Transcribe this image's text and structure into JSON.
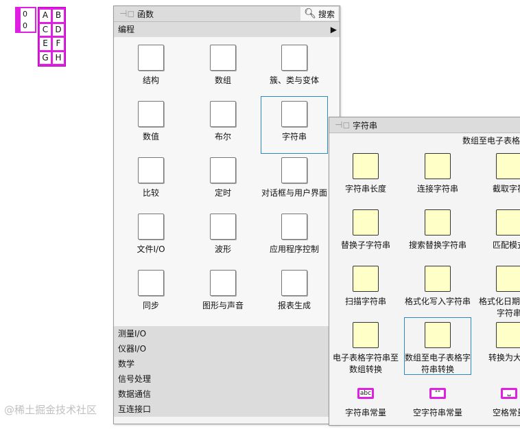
{
  "array_control": {
    "indices": [
      "0",
      "0"
    ],
    "values": [
      "A",
      "B",
      "C",
      "D",
      "E",
      "F",
      "G",
      "H"
    ]
  },
  "functions_palette": {
    "title": "函数",
    "search_label": "搜索",
    "section": "编程",
    "items": [
      {
        "label": "结构",
        "icon": "structures-icon"
      },
      {
        "label": "数组",
        "icon": "array-icon"
      },
      {
        "label": "簇、类与变体",
        "icon": "cluster-icon"
      },
      {
        "label": "数值",
        "icon": "numeric-icon"
      },
      {
        "label": "布尔",
        "icon": "boolean-icon"
      },
      {
        "label": "字符串",
        "icon": "string-icon"
      },
      {
        "label": "比较",
        "icon": "comparison-icon"
      },
      {
        "label": "定时",
        "icon": "timing-icon"
      },
      {
        "label": "对话框与用户界面",
        "icon": "dialog-icon"
      },
      {
        "label": "文件I/O",
        "icon": "file-io-icon"
      },
      {
        "label": "波形",
        "icon": "waveform-icon"
      },
      {
        "label": "应用程序控制",
        "icon": "app-control-icon"
      },
      {
        "label": "同步",
        "icon": "sync-icon"
      },
      {
        "label": "图形与声音",
        "icon": "graphics-sound-icon"
      },
      {
        "label": "报表生成",
        "icon": "report-icon"
      }
    ],
    "selected": "字符串",
    "categories": [
      "测量I/O",
      "仪器I/O",
      "数学",
      "信号处理",
      "数据通信",
      "互连接口"
    ]
  },
  "string_palette": {
    "title": "字符串",
    "tooltip": "数组至电子表格",
    "items": [
      {
        "label": "字符串长度"
      },
      {
        "label": "连接字符串"
      },
      {
        "label": "截取字符"
      },
      {
        "label": "替换子字符串"
      },
      {
        "label": "搜索替换字符串"
      },
      {
        "label": "匹配模式"
      },
      {
        "label": "扫描字符串"
      },
      {
        "label": "格式化写入字符串"
      },
      {
        "label": "格式化日期/时间字符串"
      },
      {
        "label": "电子表格字符串至数组转换"
      },
      {
        "label": "数组至电子表格字符串转换"
      },
      {
        "label": "转换为大写"
      },
      {
        "label": "字符串常量",
        "glyph": "abc"
      },
      {
        "label": "空字符串常量",
        "glyph": "\"\""
      },
      {
        "label": "空格常量",
        "glyph": "␣"
      }
    ],
    "selected": "数组至电子表格字符串转换"
  },
  "watermark": "@稀土掘金技术社区",
  "colors": {
    "array_border": "#e020e0",
    "selection": "#2a8ac0"
  }
}
